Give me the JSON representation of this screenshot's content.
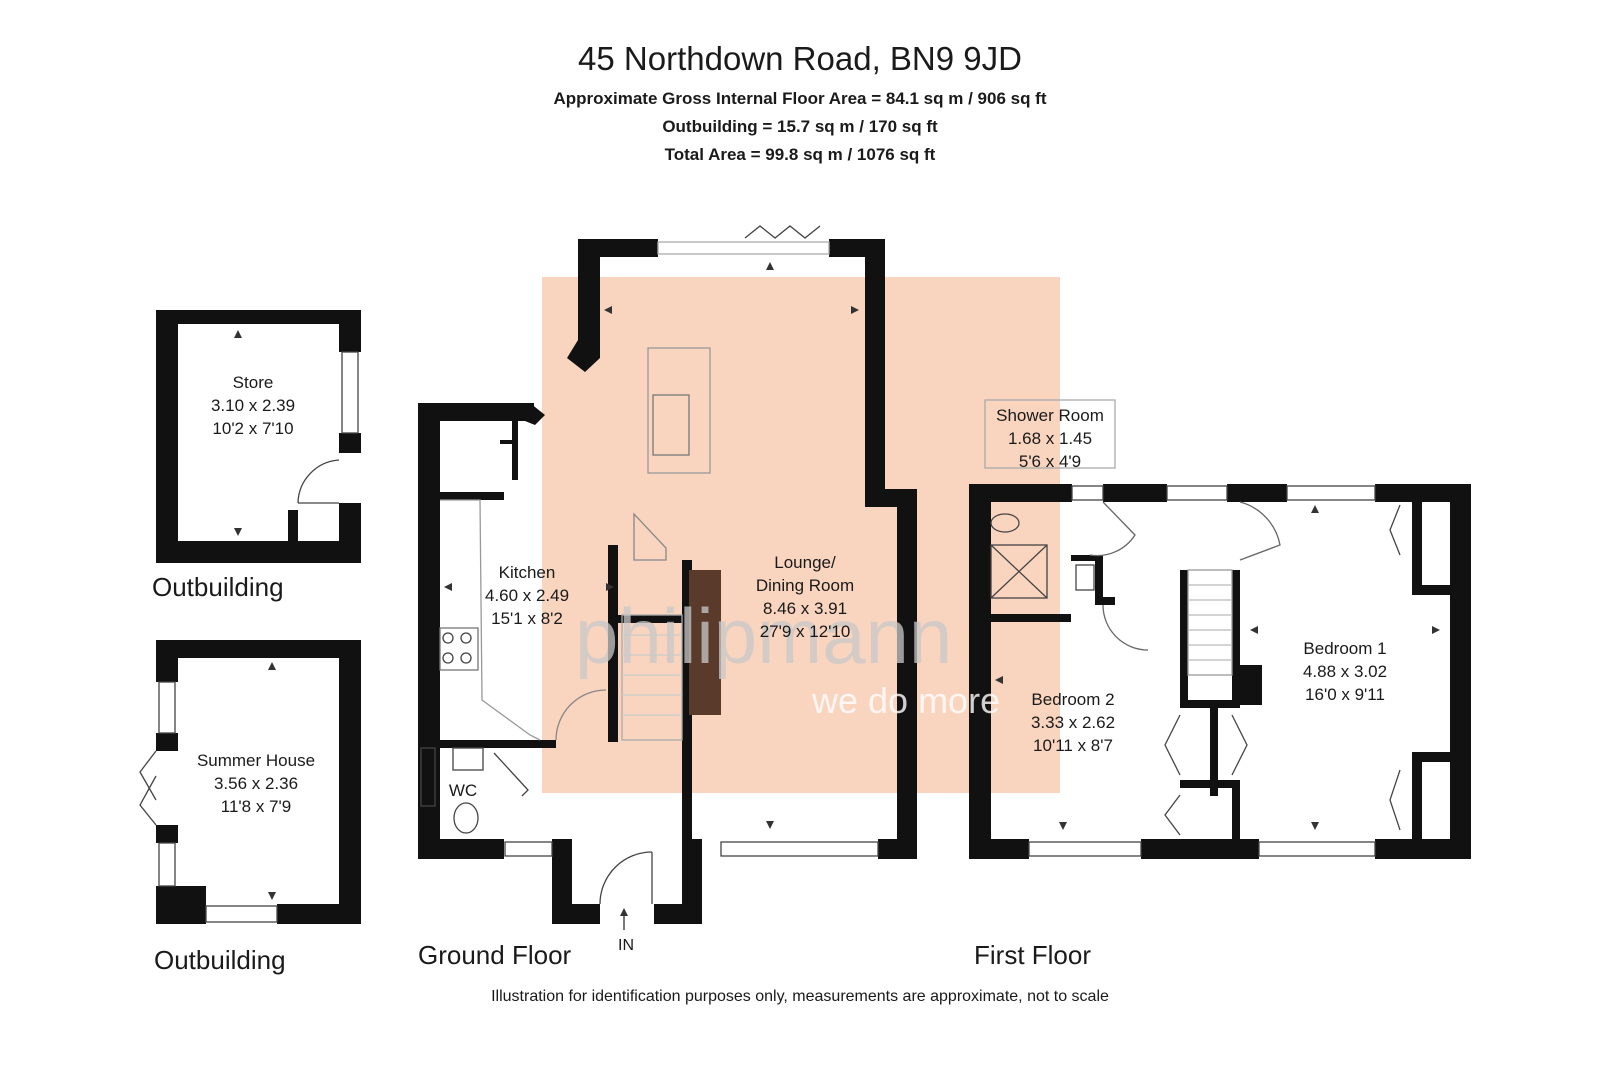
{
  "header": {
    "title": "45 Northdown Road, BN9 9JD",
    "gross_internal": "Approximate Gross Internal Floor Area = 84.1 sq m / 906 sq ft",
    "outbuilding": "Outbuilding = 15.7 sq m / 170 sq ft",
    "total": "Total Area = 99.8 sq m / 1076 sq ft"
  },
  "outbuildings": {
    "store": {
      "name": "Store",
      "metric": "3.10 x 2.39",
      "imperial": "10'2 x 7'10"
    },
    "store_caption": "Outbuilding",
    "summer_house": {
      "name": "Summer House",
      "metric": "3.56 x 2.36",
      "imperial": "11'8 x 7'9"
    },
    "summer_caption": "Outbuilding"
  },
  "ground_floor": {
    "caption": "Ground Floor",
    "entrance": "IN",
    "kitchen": {
      "name": "Kitchen",
      "metric": "4.60 x 2.49",
      "imperial": "15'1 x 8'2"
    },
    "lounge": {
      "name_line1": "Lounge/",
      "name_line2": "Dining Room",
      "metric": "8.46 x 3.91",
      "imperial": "27'9 x 12'10"
    },
    "wc": {
      "name": "WC"
    }
  },
  "first_floor": {
    "caption": "First Floor",
    "shower": {
      "name": "Shower Room",
      "metric": "1.68 x 1.45",
      "imperial": "5'6 x 4'9"
    },
    "bedroom1": {
      "name": "Bedroom 1",
      "metric": "4.88 x 3.02",
      "imperial": "16'0 x 9'11"
    },
    "bedroom2": {
      "name": "Bedroom 2",
      "metric": "3.33 x 2.62",
      "imperial": "10'11 x 8'7"
    }
  },
  "watermark": {
    "brand": "philipmann",
    "tagline": "we do more",
    "color": "#f4b089"
  },
  "colors": {
    "wall": "#111111",
    "text": "#1a1a1a"
  },
  "footer": {
    "disclaimer": "Illustration for identification purposes only, measurements are approximate, not to scale"
  }
}
